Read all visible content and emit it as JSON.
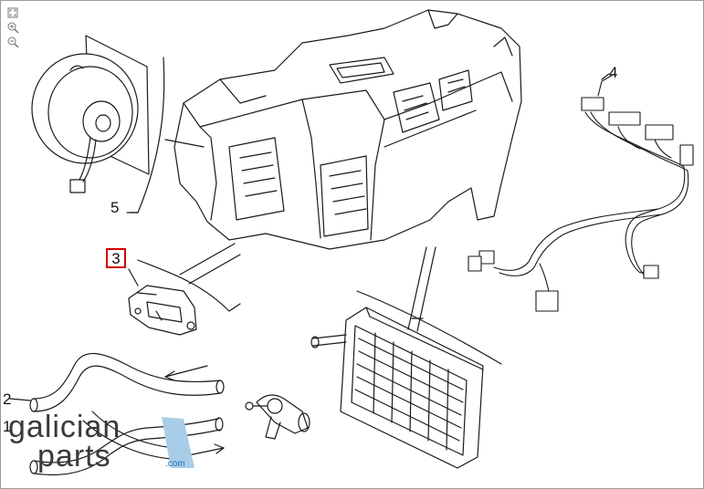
{
  "callouts": {
    "n1": "1",
    "n2": "2",
    "n3": "3",
    "n4": "4",
    "n5": "5"
  },
  "watermark": {
    "line1": "galician",
    "line2": "parts",
    "suffix": ".com",
    "accent_color": "#a9cde8"
  },
  "colors": {
    "highlight": "#d00000",
    "line": "#1a1a1a"
  },
  "tools": [
    "fit-icon",
    "zoom-in-icon",
    "zoom-out-icon"
  ]
}
